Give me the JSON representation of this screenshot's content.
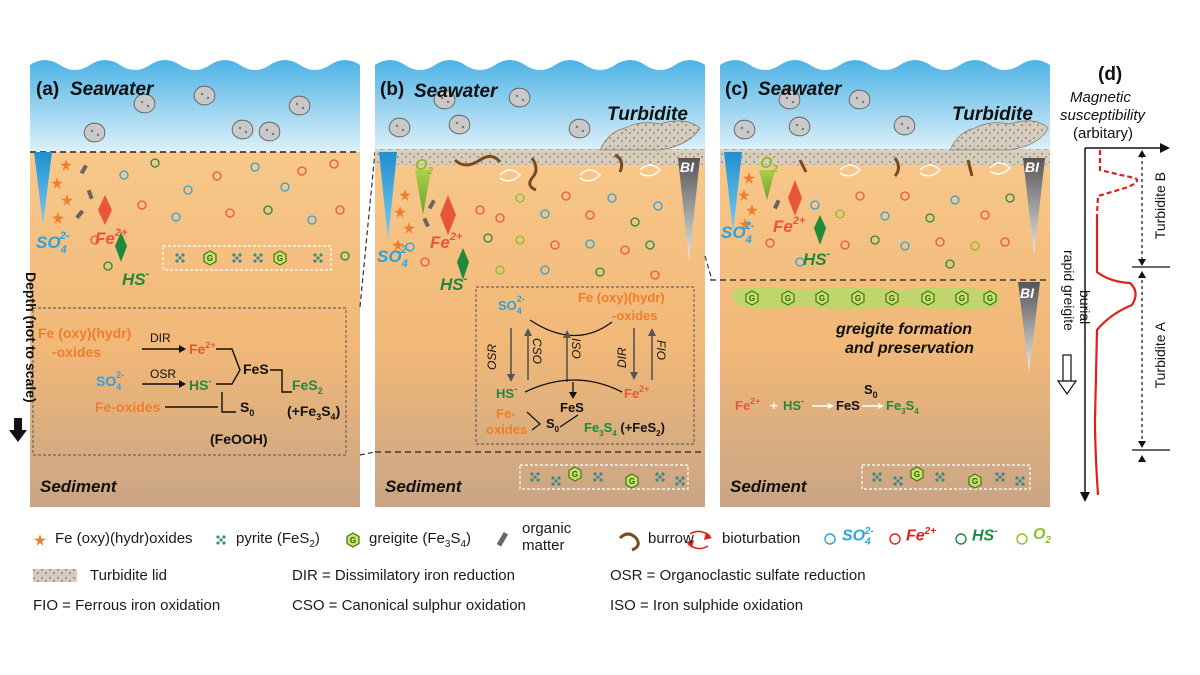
{
  "panels": [
    {
      "letter": "(a)",
      "water": "Seawater",
      "bottom": "Sediment"
    },
    {
      "letter": "(b)",
      "water": "Seawater",
      "turbidite": "Turbidite",
      "bottom": "Sediment",
      "bi": "BI"
    },
    {
      "letter": "(c)",
      "water": "Seawater",
      "turbidite": "Turbidite",
      "bottom": "Sediment",
      "bi_upper": "BI",
      "bi_lower": "BI"
    }
  ],
  "side_label": "Depth (not to scale)",
  "species": {
    "so4": "SO",
    "so4_sub": "4",
    "so4_sup": "2-",
    "fe": "Fe",
    "fe_sup": "2+",
    "hs": "HS",
    "hs_sup": "-",
    "o2": "O",
    "o2_sub": "2"
  },
  "scheme_a": {
    "fe_oxides_1": "Fe (oxy)(hydr)",
    "fe_oxides_2": "-oxides",
    "dir": "DIR",
    "osr": "OSR",
    "fe2": "Fe",
    "fe2_sup": "2+",
    "so4": "SO",
    "so4_sub": "4",
    "so4_sup": "2-",
    "hs": "HS",
    "hs_sup": "-",
    "fes": "FeS",
    "fes2": "FeS",
    "fes2_sub": "2",
    "s0": "S",
    "s0_sub": "0",
    "fe_oxides": "Fe-oxides",
    "feooh": "(FeOOH)",
    "greigite_open": "(+Fe",
    "greigite_3": "3",
    "greigite_s": "S",
    "greigite_4": "4",
    "greigite_close": ")"
  },
  "scheme_b": {
    "so4": "SO",
    "so4_sub": "4",
    "so4_sup": "2-",
    "fe_ox_1": "Fe (oxy)(hydr)",
    "fe_ox_2": "-oxides",
    "osr": "OSR",
    "cso": "CSO",
    "iso": "ISO",
    "dir": "DIR",
    "fio": "FIO",
    "hs": "HS",
    "hs_sup": "-",
    "fes": "FeS",
    "fe2": "Fe",
    "fe2_sup": "2+",
    "fe_a": "Fe-",
    "fe_b": "oxides",
    "s0": "S",
    "s0_sub": "0",
    "greigite": "Fe",
    "g3": "3",
    "gS": "S",
    "g4": "4",
    "pyr_open": " (+FeS",
    "pyr_2": "2",
    "pyr_close": ")"
  },
  "scheme_c": {
    "formation_1": "greigite formation",
    "formation_2": "and preservation",
    "fe2": "Fe",
    "fe2_sup": "2+",
    "plus": "+",
    "hs": "HS",
    "hs_sup": "-",
    "fes": "FeS",
    "s0": "S",
    "s0_sub": "0",
    "g": "Fe",
    "g3": "3",
    "gS": "S",
    "g4": "4",
    "burial_1": "rapid greigite",
    "burial_2": "burial"
  },
  "panel_d": {
    "letter": "(d)",
    "title_1": "Magnetic",
    "title_2": "susceptibility",
    "title_3": "(arbitary)",
    "turbidite_b": "Turbidite B",
    "turbidite_a": "Turbidite A"
  },
  "legend": {
    "fe_oxides": "Fe (oxy)(hydr)oxides",
    "pyrite": "pyrite (FeS",
    "pyrite_sub": "2",
    "pyrite_close": ")",
    "greigite": "greigite (Fe",
    "greigite_3": "3",
    "greigite_s": "S",
    "greigite_4": "4",
    "greigite_close": ")",
    "organic_1": "organic",
    "organic_2": "matter",
    "burrow": "burrow",
    "bioturbation": "bioturbation",
    "so4": "SO",
    "so4_sub": "4",
    "so4_sup": "2-",
    "fe": "Fe",
    "fe_sup": "2+",
    "hs": "HS",
    "hs_sup": "-",
    "o2": "O",
    "o2_sub": "2",
    "turbidite_lid": "Turbidite lid",
    "dir_def": "DIR = Dissimilatory iron reduction",
    "osr_def": "OSR = Organoclastic sulfate reduction",
    "fio_def": "FIO = Ferrous iron oxidation",
    "cso_def": "CSO = Canonical sulphur oxidation",
    "iso_def": "ISO = Iron sulphide oxidation"
  },
  "colors": {
    "water_top": "#5ab8e8",
    "water_bottom": "#d7eef8",
    "sediment_top": "#f6c481",
    "sediment_bottom": "#c9a582",
    "so4": "#2ba3dc",
    "fe": "#e8563a",
    "hs": "#1f8a3c",
    "o2": "#8bbf2e",
    "orange_text": "#ef7d2b",
    "curve": "#e0201c"
  }
}
